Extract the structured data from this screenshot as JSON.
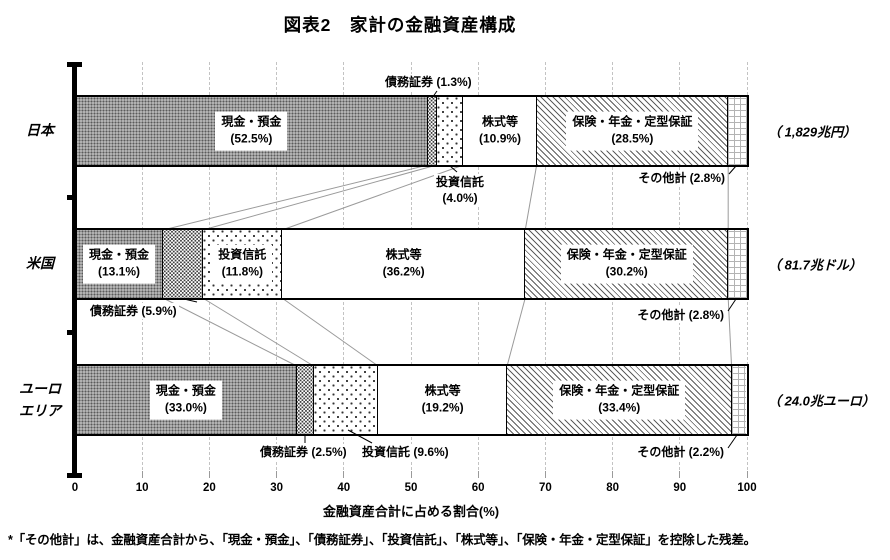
{
  "chart_data": {
    "type": "bar",
    "variant": "horizontal-stacked",
    "title": "図表2　家計の金融資産構成",
    "xlabel": "金融資産合計に占める割合(%)",
    "xlim": [
      0,
      100
    ],
    "xticks": [
      0,
      10,
      20,
      30,
      40,
      50,
      60,
      70,
      80,
      90,
      100
    ],
    "grid": true,
    "segment_keys": [
      "cash",
      "debt",
      "fund",
      "stock",
      "insurance",
      "other"
    ],
    "segment_labels": {
      "cash": "現金・預金",
      "debt": "債務証券",
      "fund": "投資信託",
      "stock": "株式等",
      "insurance": "保険・年金・定型保証",
      "other": "その他計"
    },
    "rows": [
      {
        "key": "japan",
        "label_lines": [
          "日本"
        ],
        "total_label": "（ 1,829兆円）",
        "values": {
          "cash": 52.5,
          "debt": 1.3,
          "fund": 4.0,
          "stock": 10.9,
          "insurance": 28.5,
          "other": 2.8
        }
      },
      {
        "key": "us",
        "label_lines": [
          "米国"
        ],
        "total_label": "（ 81.7兆ドル）",
        "values": {
          "cash": 13.1,
          "debt": 5.9,
          "fund": 11.8,
          "stock": 36.2,
          "insurance": 30.2,
          "other": 2.8
        }
      },
      {
        "key": "euro",
        "label_lines": [
          "ユーロ",
          "エリア"
        ],
        "total_label": "（ 24.0兆ユーロ）",
        "values": {
          "cash": 33.0,
          "debt": 2.5,
          "fund": 9.6,
          "stock": 19.2,
          "insurance": 33.4,
          "other": 2.2
        }
      }
    ],
    "footnote": "*「その他計」は、金融資産合計から、「現金・預金」、「債務証券」、「投資信託」、「株式等」、「保険・年金・定型保証」を控除した残差。"
  }
}
